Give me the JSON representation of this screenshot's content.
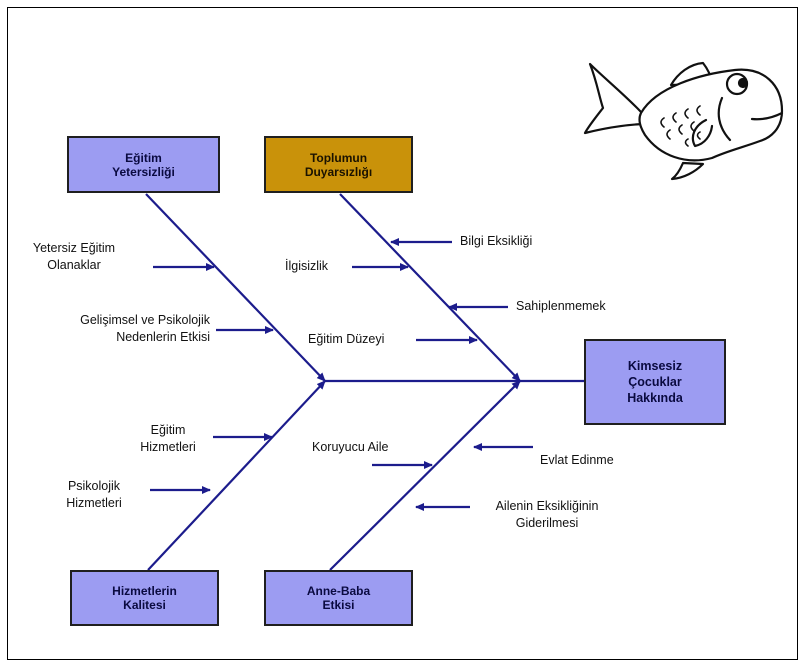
{
  "categories": {
    "egitim": "Eğitim\nYetersizliği",
    "toplum": "Toplumun\nDuyarsızlığı",
    "hizmet": "Hizmetlerin\nKalitesi",
    "anne": "Anne-Baba\nEtkisi"
  },
  "problem": "Kimsesiz\nÇocuklar\nHakkında",
  "causes": {
    "yetersiz": "Yetersiz Eğitim\nOlanaklar",
    "gelisimsel": "Gelişimsel ve Psikolojik\nNedenlerin Etkisi",
    "ilgisizlik": "İlgisizlik",
    "bilgi": "Bilgi Eksikliği",
    "sahiplen": "Sahiplenmemek",
    "duzey": "Eğitim Düzeyi",
    "egitim_hiz": "Eğitim\nHizmetleri",
    "psikolojik": "Psikolojik\nHizmetleri",
    "koruyucu": "Koruyucu Aile",
    "evlat": "Evlat Edinme",
    "ailenin": "Ailenin Eksikliğinin\nGiderilmesi"
  },
  "colors": {
    "box_blue": "#9c9cf2",
    "box_gold": "#c9920a",
    "arrow": "#1c1c8c"
  },
  "icons": [
    "fish-icon"
  ]
}
